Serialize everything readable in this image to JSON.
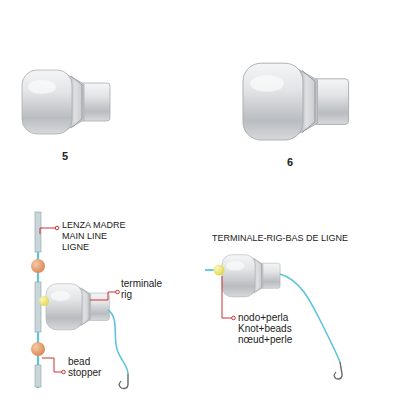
{
  "diagram": {
    "labels": [
      "5",
      "6",
      "LENZA MADRE",
      "MAIN LINE",
      "LIGNE",
      "terminale",
      "rig",
      "bead",
      "stopper",
      "TERMINALE-RIG-BAS DE LIGNE",
      "nodo+perla",
      "Knot+beads",
      "nœud+perle"
    ]
  }
}
